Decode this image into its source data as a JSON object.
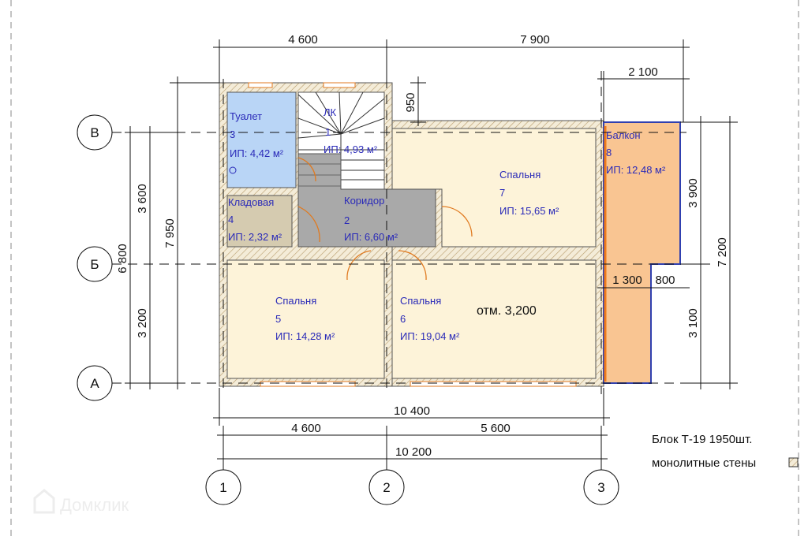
{
  "rooms": {
    "toilet": {
      "name": "Туалет",
      "num": "3",
      "area": "ИП: 4,42 м²"
    },
    "stair": {
      "name": "ЛК",
      "num": "1",
      "area": "ИП: 4,93 м²"
    },
    "storage": {
      "name": "Кладовая",
      "num": "4",
      "area": "ИП: 2,32 м²"
    },
    "corridor": {
      "name": "Коридор",
      "num": "2",
      "area": "ИП: 6,60 м²"
    },
    "bedroom7": {
      "name": "Спальня",
      "num": "7",
      "area": "ИП: 15,65 м²"
    },
    "bedroom5": {
      "name": "Спальня",
      "num": "5",
      "area": "ИП: 14,28 м²"
    },
    "bedroom6": {
      "name": "Спальня",
      "num": "6",
      "area": "ИП: 19,04 м²"
    },
    "balcony": {
      "name": "Балкон",
      "num": "8",
      "area": "ИП: 12,48 м²"
    }
  },
  "elevation": "отм. 3,200",
  "axes": {
    "v": "В",
    "b": "Б",
    "a": "А",
    "n1": "1",
    "n2": "2",
    "n3": "3"
  },
  "dims": {
    "top_left": "4 600",
    "top_right": "7 900",
    "balcony_width": "2 100",
    "offset": "950",
    "left_upper": "3 600",
    "left_lower": "3 200",
    "left_total": "6 800",
    "left_overall": "7 950",
    "right_upper": "3 900",
    "right_lower": "3 100",
    "right_total": "7 200",
    "balcony_a": "1 300",
    "balcony_b": "800",
    "bottom_overall": "10 400",
    "bottom_left": "4 600",
    "bottom_right": "5 600",
    "bottom_total": "10 200"
  },
  "legend": {
    "line1": "Блок Т-19  1950шт.",
    "line2": "монолитные стены"
  },
  "watermark": "Домклик",
  "colors": {
    "toilet": "#b9d5f6",
    "storage": "#d5cbb0",
    "corridor": "#a9a9a9",
    "bedroom": "#fdf3d9",
    "balcony": "#f9c592"
  }
}
